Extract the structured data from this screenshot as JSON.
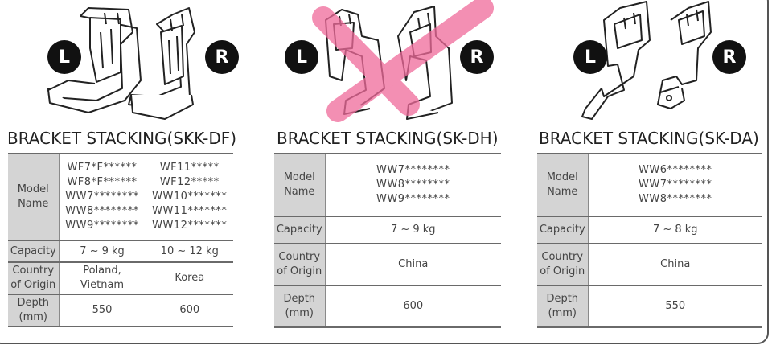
{
  "panels": [
    {
      "title": "BRACKET STACKING(SKK-DF)",
      "left_badge": "L",
      "right_badge": "R",
      "labels": {
        "model": "Model\nName",
        "capacity": "Capacity",
        "country": "Country\nof Origin",
        "depth": "Depth\n(mm)"
      },
      "columns": [
        {
          "models": [
            "WF7*F******",
            "WF8*F******",
            "WW7********",
            "WW8********",
            "WW9********"
          ],
          "capacity": "7 ~ 9 kg",
          "country": "Poland,\nVietnam",
          "depth": "550"
        },
        {
          "models": [
            "WF11*****",
            "WF12*****",
            "WW10*******",
            "WW11*******",
            "WW12*******"
          ],
          "capacity": "10 ~ 12 kg",
          "country": "Korea",
          "depth": "600"
        }
      ]
    },
    {
      "title": "BRACKET STACKING(SK-DH)",
      "left_badge": "L",
      "right_badge": "R",
      "labels": {
        "model": "Model\nName",
        "capacity": "Capacity",
        "country": "Country\nof Origin",
        "depth": "Depth\n(mm)"
      },
      "columns": [
        {
          "models": [
            "WW7********",
            "WW8********",
            "WW9********"
          ],
          "capacity": "7 ~ 9 kg",
          "country": "China",
          "depth": "600"
        }
      ]
    },
    {
      "title": "BRACKET STACKING(SK-DA)",
      "left_badge": "L",
      "right_badge": "R",
      "labels": {
        "model": "Model\nName",
        "capacity": "Capacity",
        "country": "Country\nof Origin",
        "depth": "Depth\n(mm)"
      },
      "columns": [
        {
          "models": [
            "WW6********",
            "WW7********",
            "WW8********"
          ],
          "capacity": "7 ~ 8 kg",
          "country": "China",
          "depth": "550"
        }
      ]
    }
  ],
  "colors": {
    "header_fill": "#d4d4d4",
    "rule": "#6a6a6a",
    "cross_mark": "#f06a9a",
    "badge": "#111111"
  }
}
